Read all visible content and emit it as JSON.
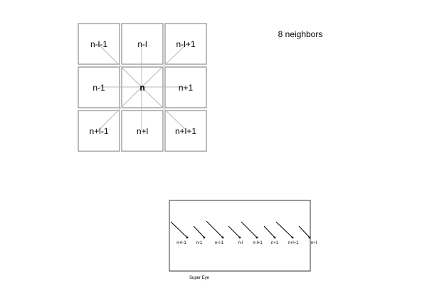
{
  "title": "8 neighbors",
  "grid": {
    "center": "n",
    "cells": [
      "n-l-1",
      "n-l",
      "n-l+1",
      "n-1",
      "n",
      "n+1",
      "n+l-1",
      "n+l",
      "n+l+1"
    ]
  },
  "super_eye": {
    "caption": "Super Eye",
    "labels": [
      "n+l-1",
      "n-1",
      "n-l-1",
      "n-l",
      "n-l+1",
      "n+1",
      "n+l+1",
      "n+l"
    ]
  }
}
